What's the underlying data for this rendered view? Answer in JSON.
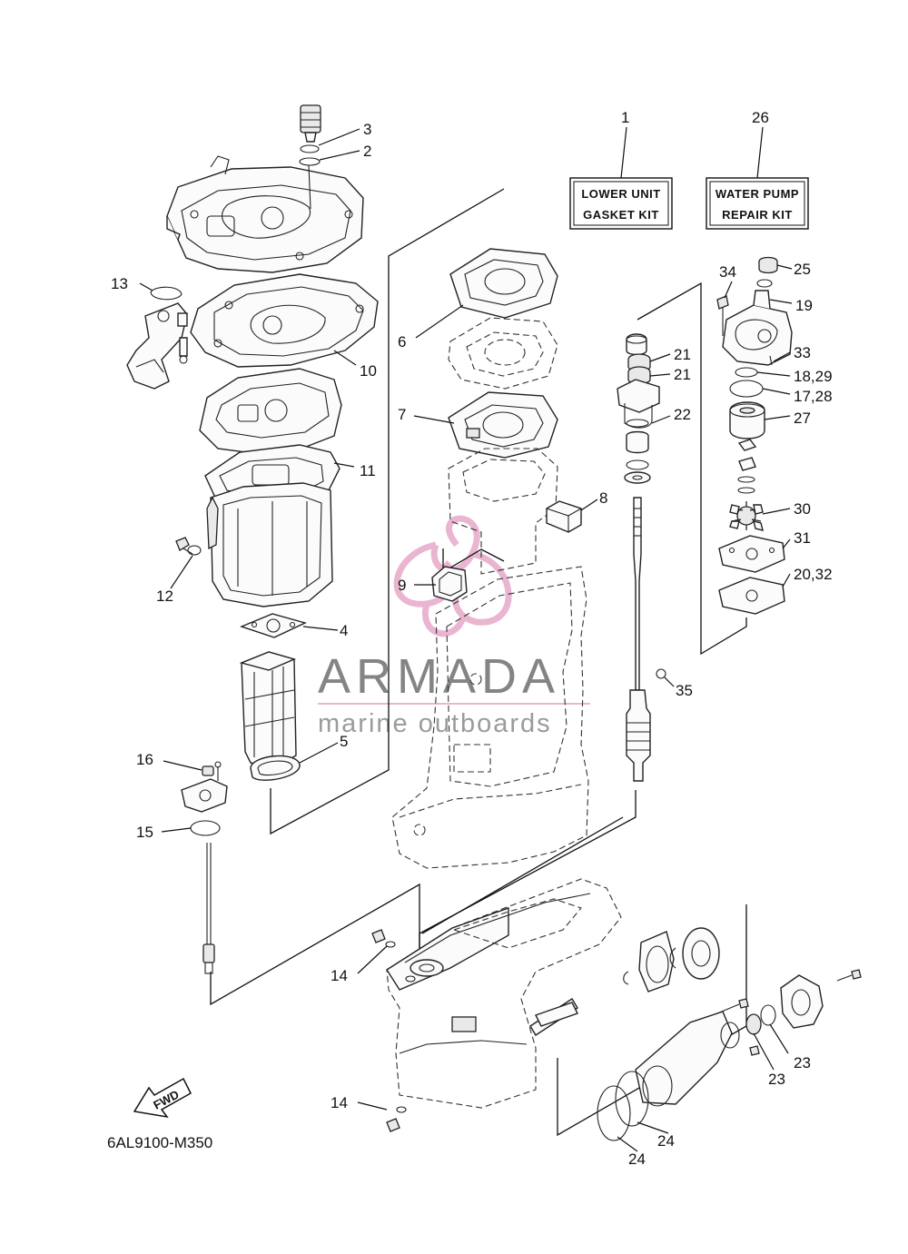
{
  "diagram": {
    "code": "6AL9100-M350",
    "fwd_label": "FWD",
    "watermark": {
      "brand": "ARMADA",
      "tagline": "marine outboards",
      "accent_color": "#e7a9c8"
    },
    "kits": [
      {
        "number": "1",
        "line1": "LOWER UNIT",
        "line2": "GASKET KIT"
      },
      {
        "number": "26",
        "line1": "WATER PUMP",
        "line2": "REPAIR KIT"
      }
    ],
    "callouts": {
      "c2": "2",
      "c3": "3",
      "c4": "4",
      "c5": "5",
      "c6": "6",
      "c7": "7",
      "c8": "8",
      "c9": "9",
      "c10": "10",
      "c11": "11",
      "c12": "12",
      "c13": "13",
      "c14a": "14",
      "c14b": "14",
      "c15": "15",
      "c16": "16",
      "c17_28": "17,28",
      "c18_29": "18,29",
      "c19": "19",
      "c20_32": "20,32",
      "c21a": "21",
      "c21b": "21",
      "c22": "22",
      "c23a": "23",
      "c23b": "23",
      "c24a": "24",
      "c24b": "24",
      "c25": "25",
      "c27": "27",
      "c30": "30",
      "c31": "31",
      "c33": "33",
      "c34": "34",
      "c35": "35"
    }
  }
}
